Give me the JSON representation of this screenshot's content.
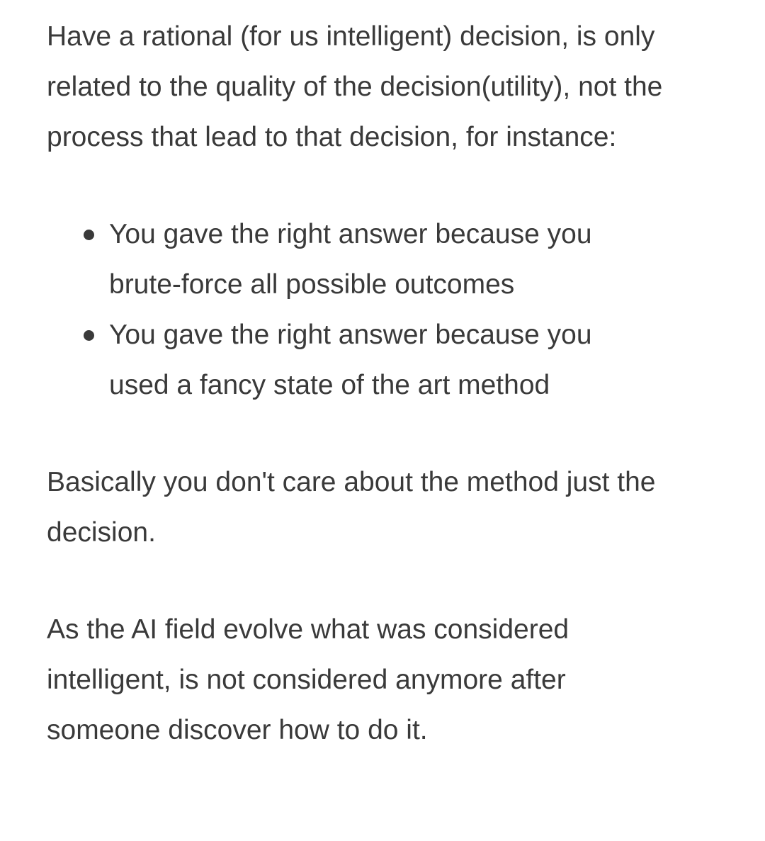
{
  "paragraphs": {
    "intro": "Have a rational (for us intelligent) decision, is only related to the quality of the decision(utility), not the process that lead to that decision, for instance:",
    "basically": "Basically you don't care about the method just the decision.",
    "ai_field": "As the AI field evolve what was considered intelligent, is not considered anymore after someone discover how to do it."
  },
  "bullets": [
    {
      "text": "You gave the right answer because you brute-force all possible outcomes"
    },
    {
      "text": "You gave the right answer because you used a fancy state of the art method"
    }
  ],
  "colors": {
    "text": "#3a3a3a",
    "background": "#ffffff"
  }
}
